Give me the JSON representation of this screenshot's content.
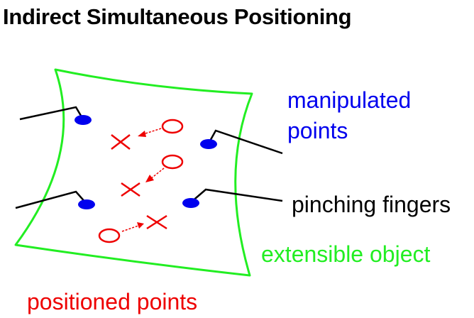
{
  "title": "Indirect Simultaneous Positioning",
  "labels": {
    "manipulated_line1": "manipulated",
    "manipulated_line2": "points",
    "pinching": "pinching fingers",
    "extensible": "extensible object",
    "positioned": "positioned points"
  },
  "colors": {
    "title": "#000000",
    "manipulated": "#0000ee",
    "pinching": "#000000",
    "object": "#22ee22",
    "positioned": "#ee0000",
    "finger": "#000000"
  }
}
